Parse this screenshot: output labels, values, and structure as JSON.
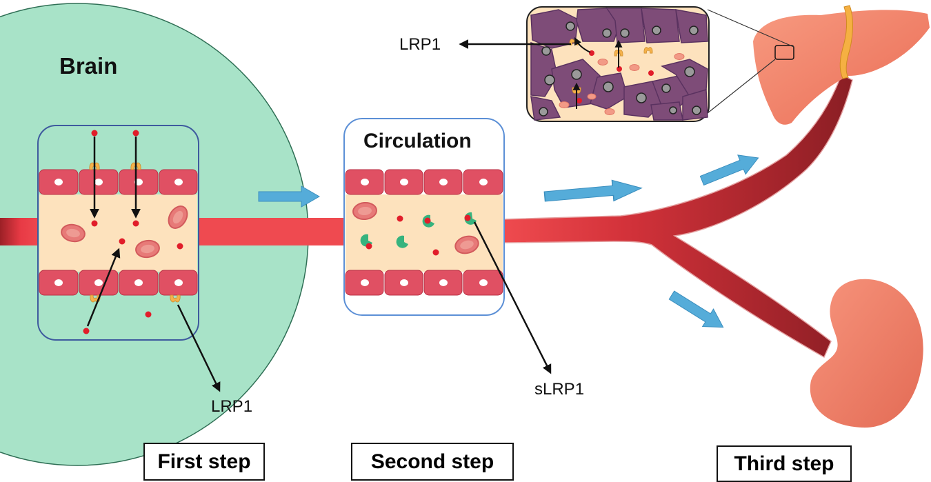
{
  "labels": {
    "brain": "Brain",
    "circulation": "Circulation",
    "lrp1_brain": "LRP1",
    "lrp1_liver": "LRP1",
    "slrp1": "sLRP1"
  },
  "steps": [
    "First step",
    "Second step",
    "Third step"
  ],
  "colors": {
    "brain": "#a8e3c8",
    "vessel_red": "#e8384a",
    "vessel_dark": "#8c1d22",
    "endothelium": "#e05063",
    "lumen": "#fde2bd",
    "arrow_blue": "#55acd9",
    "liver": "#f08268",
    "hepatocyte": "#7e4c78",
    "receptor": "#f5b14b",
    "slrp1": "#36b37e",
    "abeta": "#e11d2a"
  },
  "icons": [
    "lrp1-receptor-icon",
    "abeta-dot-icon",
    "red-blood-cell-icon",
    "liver-icon",
    "kidney-icon",
    "flow-arrow-icon"
  ]
}
